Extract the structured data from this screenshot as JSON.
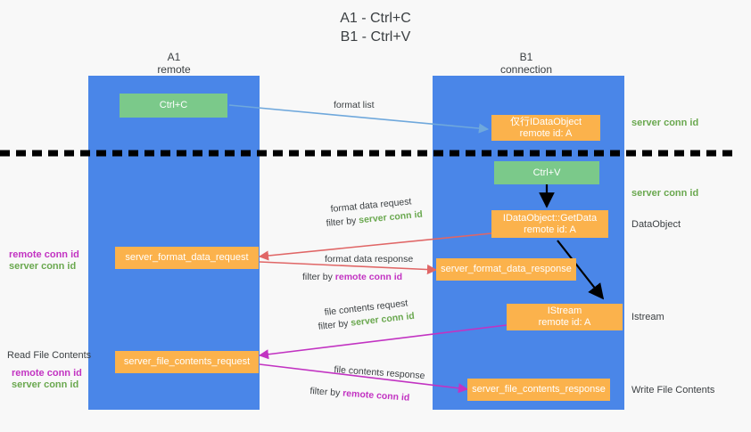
{
  "title": {
    "line1": "A1 - Ctrl+C",
    "line2": "B1 - Ctrl+V"
  },
  "columns": [
    {
      "name": "A1",
      "role": "remote"
    },
    {
      "name": "B1",
      "role": "connection"
    }
  ],
  "colors": {
    "lane": "#4a86e8",
    "box_orange": "#fbb24c",
    "box_green": "#7bc98a",
    "server_conn_id": "#6aa84f",
    "remote_conn_id": "#c233c2",
    "arrow_blue": "#6fa8dc",
    "arrow_red": "#e06666",
    "arrow_magenta": "#c233c2",
    "arrow_black": "#000000",
    "background": "#f8f8f8",
    "text": "#3c4043"
  },
  "boxes": {
    "ctrl_c": {
      "label": "Ctrl+C"
    },
    "ctrl_v": {
      "label": "Ctrl+V"
    },
    "idataobject_top": {
      "line1": "仅行IDataObject",
      "line2": "remote id: A"
    },
    "idataobject_getdata": {
      "line1": "IDataObject::GetData",
      "line2": "remote id: A"
    },
    "istream": {
      "line1": "IStream",
      "line2": "remote id: A"
    },
    "server_format_data_request": {
      "label": "server_format_data_request"
    },
    "server_format_data_response": {
      "label": "server_format_data_response"
    },
    "server_file_contents_request": {
      "label": "server_file_contents_request"
    },
    "server_file_contents_response": {
      "label": "server_file_contents_response"
    }
  },
  "right_notes": {
    "server_conn_id_top": "server conn id",
    "server_conn_id_mid": "server conn id",
    "dataobject": "DataObject",
    "istream": "Istream",
    "write_file_contents": "Write File Contents"
  },
  "left_notes": {
    "remote_conn_id_1": "remote conn id",
    "server_conn_id_1": "server conn id",
    "read_file_contents": "Read File Contents",
    "remote_conn_id_2": "remote conn id",
    "server_conn_id_2": "server conn id"
  },
  "arrow_labels": {
    "format_list": "format list",
    "format_data_request": "format data request",
    "format_data_request_filter_prefix": "filter by ",
    "format_data_request_filter_value": "server conn id",
    "format_data_response": "format data response",
    "format_data_response_filter_prefix": "filter by ",
    "format_data_response_filter_value": "remote conn id",
    "file_contents_request": "file contents request",
    "file_contents_request_filter_prefix": "filter by ",
    "file_contents_request_filter_value": "server conn id",
    "file_contents_response": "file contents response",
    "file_contents_response_filter_prefix": "filter by ",
    "file_contents_response_filter_value": "remote conn id"
  }
}
